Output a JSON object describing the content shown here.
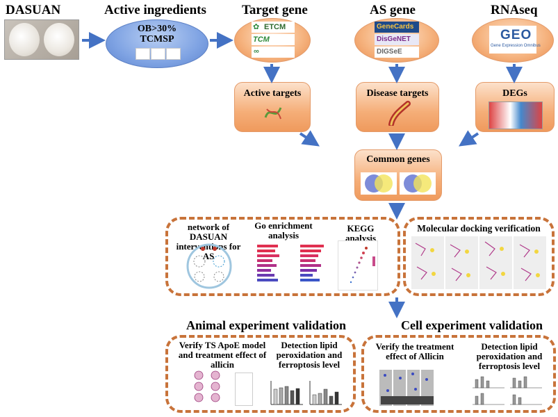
{
  "titles": {
    "dasuan": "DASUAN",
    "active_ingredients": "Active ingredients",
    "target_gene": "Target gene",
    "as_gene": "AS gene",
    "rnaseq": "RNAseq"
  },
  "ingredients_oval": {
    "line1": "OB>30%",
    "line2": "TCMSP"
  },
  "target_gene_logos": {
    "etcm": "ETCM",
    "tcm": "TCM"
  },
  "as_gene_logos": {
    "genecards": "GeneCards",
    "disgenet": "DisGeNET",
    "digsee": "DIGSeE"
  },
  "rnaseq_logo": {
    "geo": "GEO",
    "caption": "Gene Expression Omnibus"
  },
  "boxes": {
    "active_targets": "Active targets",
    "disease_targets": "Disease targets",
    "degs": "DEGs",
    "common_genes": "Common genes"
  },
  "analysis_panel": {
    "network": "network of DASUAN interventions for AS",
    "go": "Go enrichment analysis",
    "kegg": "KEGG analysis"
  },
  "docking_panel": {
    "title": "Molecular docking verification"
  },
  "animal_section": {
    "title": "Animal experiment validation",
    "left": "Verify TS ApoE model and treatment effect of allicin",
    "right": "Detection lipid peroxidation and ferroptosis level"
  },
  "cell_section": {
    "title": "Cell experiment validation",
    "left": "Verify the treatment effect of Allicin",
    "right": "Detection lipid peroxidation and ferroptosis level"
  },
  "colors": {
    "arrow": "#4472c4",
    "dash_border": "#c8733a",
    "orange": "#f5ae78",
    "blue": "#7fa3e3"
  }
}
